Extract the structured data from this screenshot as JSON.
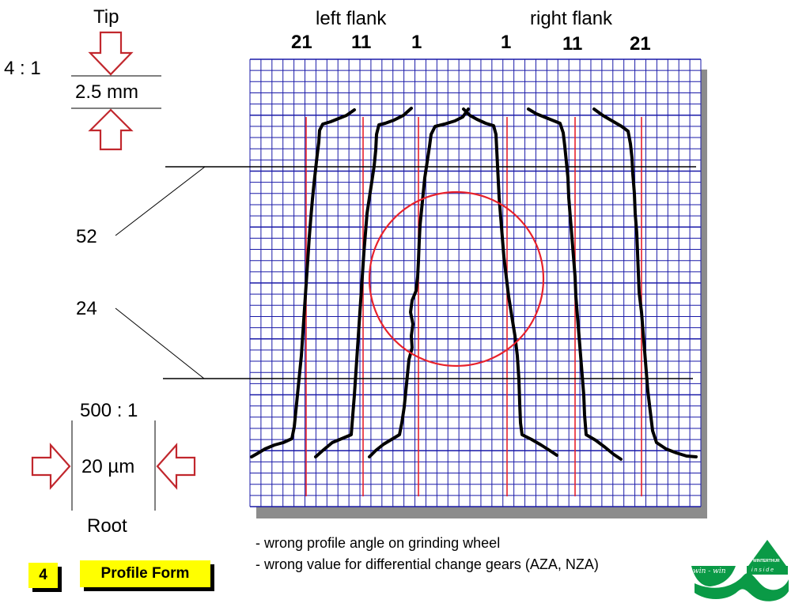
{
  "labels": {
    "tip": "Tip",
    "scale_profile": "4 : 1",
    "tip_length": "2.5 mm",
    "left_flank": "left flank",
    "right_flank": "right flank",
    "left_numbers": [
      "21",
      "11",
      "1"
    ],
    "right_numbers": [
      "1",
      "11",
      "21"
    ],
    "marker_upper": "52",
    "marker_lower": "24",
    "scale_deviation": "500 : 1",
    "deviation_width": "20 µm",
    "root": "Root"
  },
  "notes": [
    "- wrong profile angle on grinding wheel",
    "- wrong value for differential change gears  (AZA, NZA)"
  ],
  "badges": {
    "page_number": "4",
    "title": "Profile Form"
  },
  "colors": {
    "grid": "#1a1aa8",
    "grid_bg": "#ffffff",
    "shadow": "#8c8c8c",
    "reference_line": "#e8212b",
    "circle": "#e8212b",
    "trace": "#000000",
    "arrow_outline": "#c1272d",
    "badge_bg": "#ffff00",
    "logo_green": "#0a9a46"
  },
  "logo": {
    "text_script": "win - win",
    "brand": "WINTERTHUR",
    "tagline": "i n s i d e"
  }
}
